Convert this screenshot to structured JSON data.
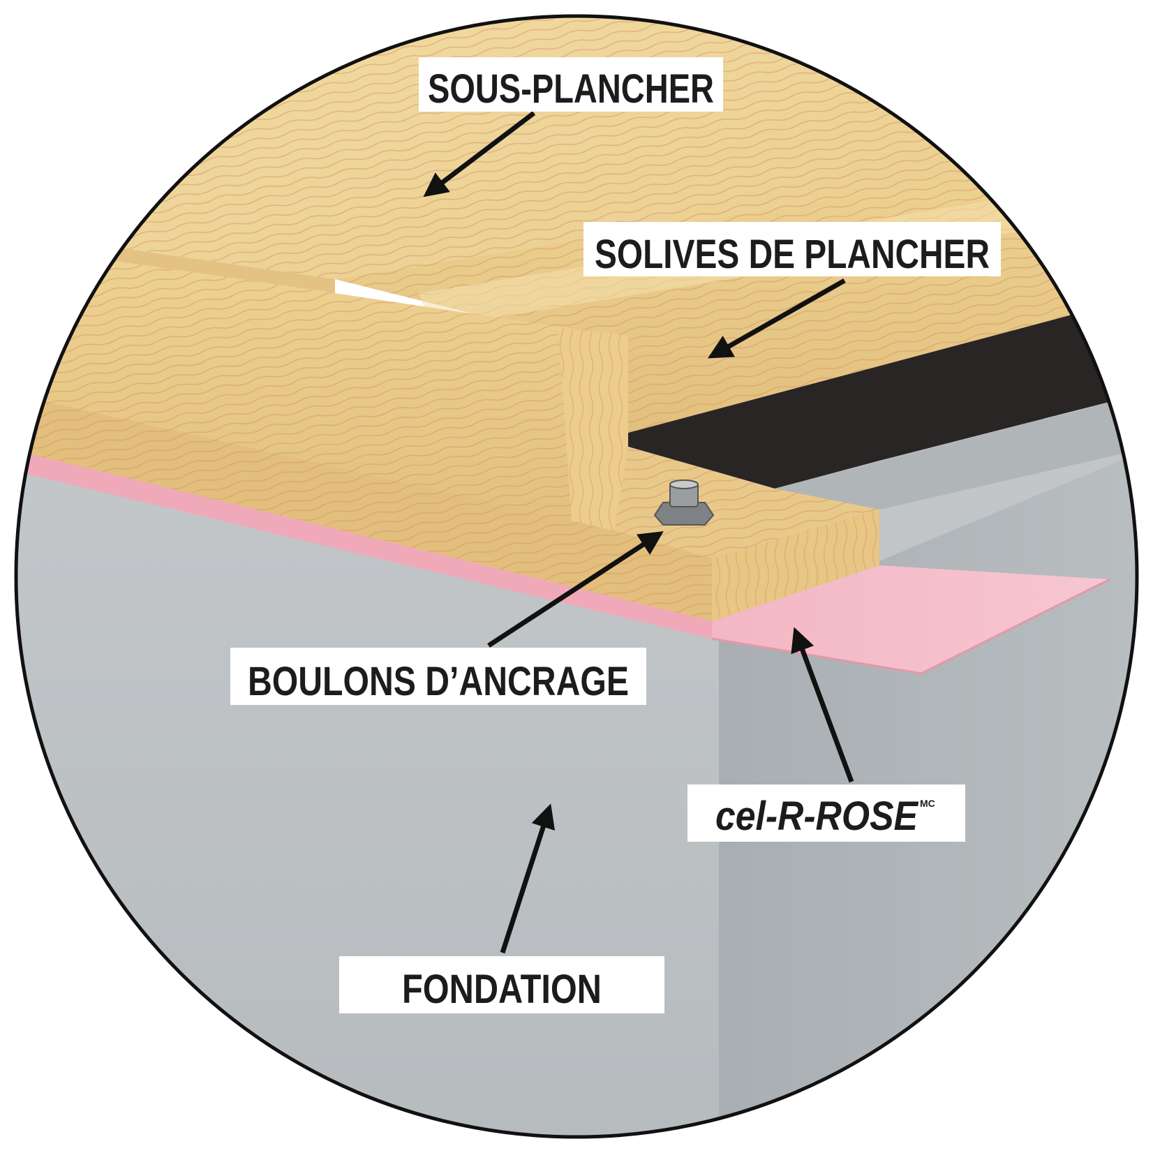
{
  "labels": {
    "subfloor": "SOUS-PLANCHER",
    "floor_joists": "SOLIVES DE PLANCHER",
    "anchor_bolts": "BOULONS D’ANCRAGE",
    "sill_gasket": "cel-R-ROSE",
    "sill_gasket_mark": "MC",
    "foundation": "FONDATION"
  },
  "colors": {
    "wood_light": "#f0d79a",
    "wood_grain": "#d9956a",
    "foam_pink": "#f4b6c6",
    "concrete": "#bcc1c4",
    "concrete_shadow": "#a9afb3",
    "void_dark": "#2a2525",
    "outline": "#111111",
    "label_bg": "#ffffff"
  }
}
